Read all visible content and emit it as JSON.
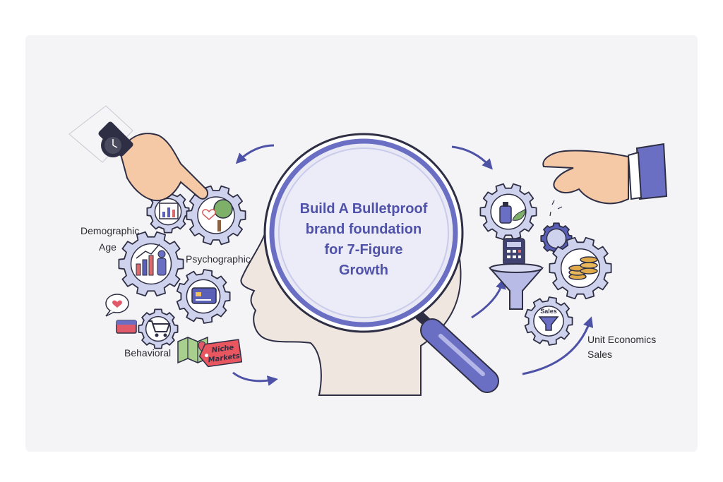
{
  "title_lines": [
    "Build A Bulletproof",
    "brand foundation",
    "for 7-Figure",
    "Growth"
  ],
  "labels": {
    "demographic": "Demographic",
    "age": "Age",
    "psychographic": "Psychographic",
    "behavioral": "Behavioral",
    "unit_economics": "Unit Economics",
    "sales": "Sales"
  },
  "tag_text": [
    "Niche",
    "Markets"
  ],
  "gear_sales_label": "Sales",
  "colors": {
    "accent": "#5a5fb8",
    "gear_fill": "#cfd2ec",
    "gear_inner": "#ffffff",
    "outline": "#2e2f45",
    "skin": "#f5c9a6",
    "head": "#efe7df",
    "lens": "#e8e8f6",
    "background": "#f4f4f7"
  }
}
